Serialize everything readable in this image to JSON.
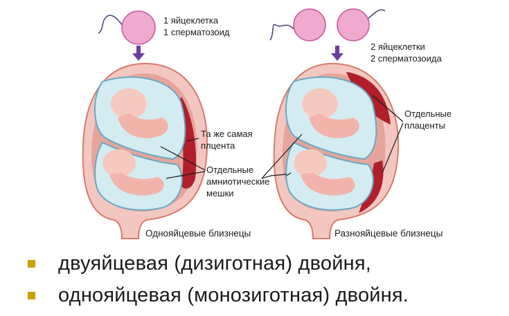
{
  "diagram": {
    "identical": {
      "top_label_line1": "1 яйцеклетка",
      "top_label_line2": "1 сперматозоид",
      "placenta_label_line1": "Та же самая",
      "placenta_label_line2": "плцента",
      "caption": "Однояйцевые близнецы"
    },
    "fraternal": {
      "top_label_line1": "2 яйцеклетки",
      "top_label_line2": "2 сперматозоида",
      "placenta_label_line1": "Отдельные",
      "placenta_label_line2": "плаценты",
      "caption": "Разнояйцевые близнецы"
    },
    "amnion_label_line1": "Отдельные",
    "amnion_label_line2": "амниотические",
    "amnion_label_line3": "мешки"
  },
  "bullets": [
    {
      "text": "двуяйцевая (дизиготная) двойня,"
    },
    {
      "text": "однояйцевая (монозиготная) двойня."
    }
  ],
  "colors": {
    "uterus_wall": "#f3c7c0",
    "uterus_outline": "#d9796b",
    "placenta": "#b01f2a",
    "amniotic_sac": "#d3ecf2",
    "egg": "#f0a9cf",
    "arrow": "#6a3ea0",
    "bullet": "#c9a000"
  }
}
